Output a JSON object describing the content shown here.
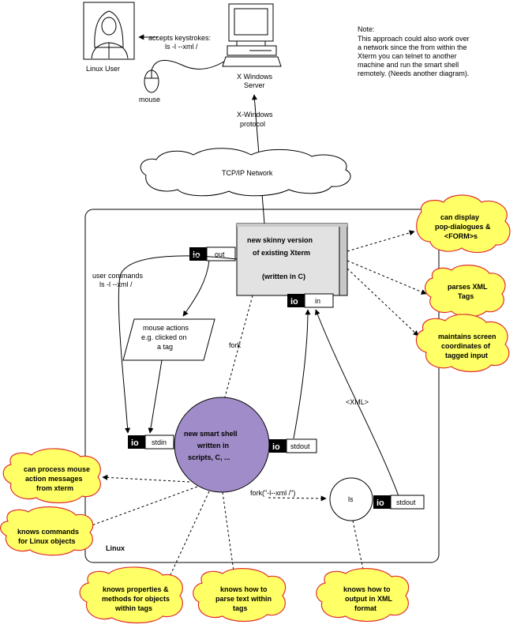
{
  "top": {
    "user_label": "Linux User",
    "keystrokes_line1": "accepts keystrokes:",
    "keystrokes_line2": "ls -l --xml /",
    "mouse_label": "mouse",
    "server_line1": "X Windows",
    "server_line2": "Server",
    "protocol_line1": "X-Windows",
    "protocol_line2": "protocol",
    "network_label": "TCP/IP Network"
  },
  "note": {
    "title": "Note:",
    "lines": [
      "This approach could also work over",
      "a network since the from within the",
      "Xterm you can telnet to another",
      "machine and run the smart shell",
      "remotely. (Needs another diagram)."
    ]
  },
  "linux": {
    "label": "Linux"
  },
  "xterm": {
    "line1": "new skinny version",
    "line2": "of existing Xterm",
    "line3": "(written in C)",
    "port_out_tag": "io",
    "port_out_label": "out",
    "port_in_tag": "io",
    "port_in_label": "in"
  },
  "user_commands": {
    "line1": "user commands",
    "line2": "ls -l --xml /"
  },
  "mouse_actions": {
    "line1": "mouse actions",
    "line2": "e.g. clicked on",
    "line3": "a tag"
  },
  "fork_label": "fork",
  "xml_label": "<XML>",
  "shell": {
    "line1": "new smart shell",
    "line2": "written in",
    "line3": "scripts, C, ...",
    "port_stdin_tag": "io",
    "port_stdin_label": "stdin",
    "port_stdout_tag": "io",
    "port_stdout_label": "stdout"
  },
  "ls": {
    "label": "ls",
    "fork_call": "fork(\"-l--xml /\")",
    "port_stdout_tag": "io",
    "port_stdout_label": "stdout"
  },
  "clouds": {
    "display": [
      "can display",
      "pop-dialogues &",
      "<FORM>s"
    ],
    "parses": [
      "parses XML",
      "Tags"
    ],
    "maintains": [
      "maintains screen",
      "coordinates of",
      "tagged input"
    ],
    "mouse_msgs": [
      "can process mouse",
      "action messages",
      "from xterm"
    ],
    "commands": [
      "knows commands",
      "for Linux objects"
    ],
    "properties": [
      "knows properties &",
      "methods for objects",
      "within tags"
    ],
    "parse_text": [
      "knows how to",
      "parse text within",
      "tags"
    ],
    "output_xml": [
      "knows how to",
      "output in XML",
      "format"
    ]
  },
  "colors": {
    "shell_fill": "#a08cc8",
    "cloud_fill": "#ffff66",
    "cloud_stroke": "#e03030",
    "xterm_fill": "#e2e2e2"
  }
}
